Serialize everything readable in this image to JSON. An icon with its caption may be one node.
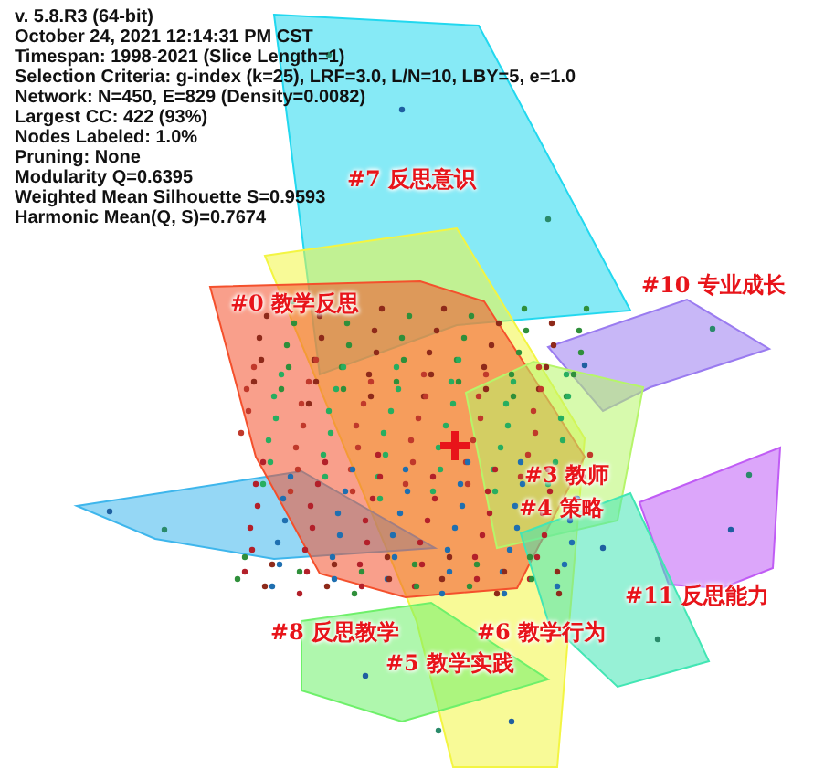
{
  "diagram": {
    "labels": [
      "v. 5.8.R3 (64-bit)",
      "October 24, 2021 12:14:31 PM CST",
      "Timespan: 1998-2021 (Slice Length=1)",
      "Selection Criteria: g-index (k=25), LRF=3.0, L/N=10, LBY=5, e=1.0",
      "Network: N=450, E=829 (Density=0.0082)",
      "Largest CC: 422 (93%)",
      "Nodes Labeled: 1.0%",
      "Pruning: None",
      "Modularity Q=0.6395",
      "Weighted Mean Silhouette S=0.9593",
      "Harmonic Mean(Q, S)=0.7674",
      "#7 反思意识",
      "#0 教学反思",
      "#10 专业成长",
      "#3 教师",
      "#4 策略",
      "#11 反思能力",
      "#8 反思教学",
      "#6 教学行为",
      "#5 教学实践"
    ]
  }
}
